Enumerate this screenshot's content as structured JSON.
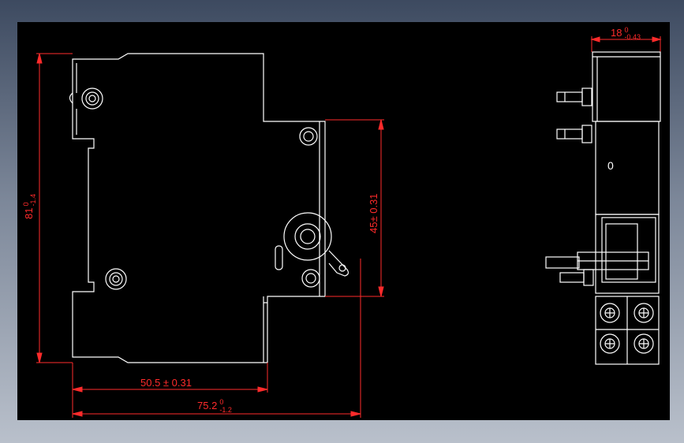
{
  "drawing": {
    "colors": {
      "background": "#000000",
      "outline": "#ffffff",
      "dimension": "#ff2b2b",
      "frame": "#5d6b82"
    },
    "dimensions": {
      "width_main": "50.5 ± 0.31",
      "width_total": "75.2",
      "width_total_tol_upper": "0",
      "width_total_tol_lower": "-1.2",
      "height_total": "81",
      "height_total_tol_upper": "0",
      "height_total_tol_lower": "-1.4",
      "height_inner": "45± 0.31",
      "thickness": "18",
      "thickness_tol_upper": "0",
      "thickness_tol_lower": "-0.43"
    },
    "side_label": "0"
  }
}
